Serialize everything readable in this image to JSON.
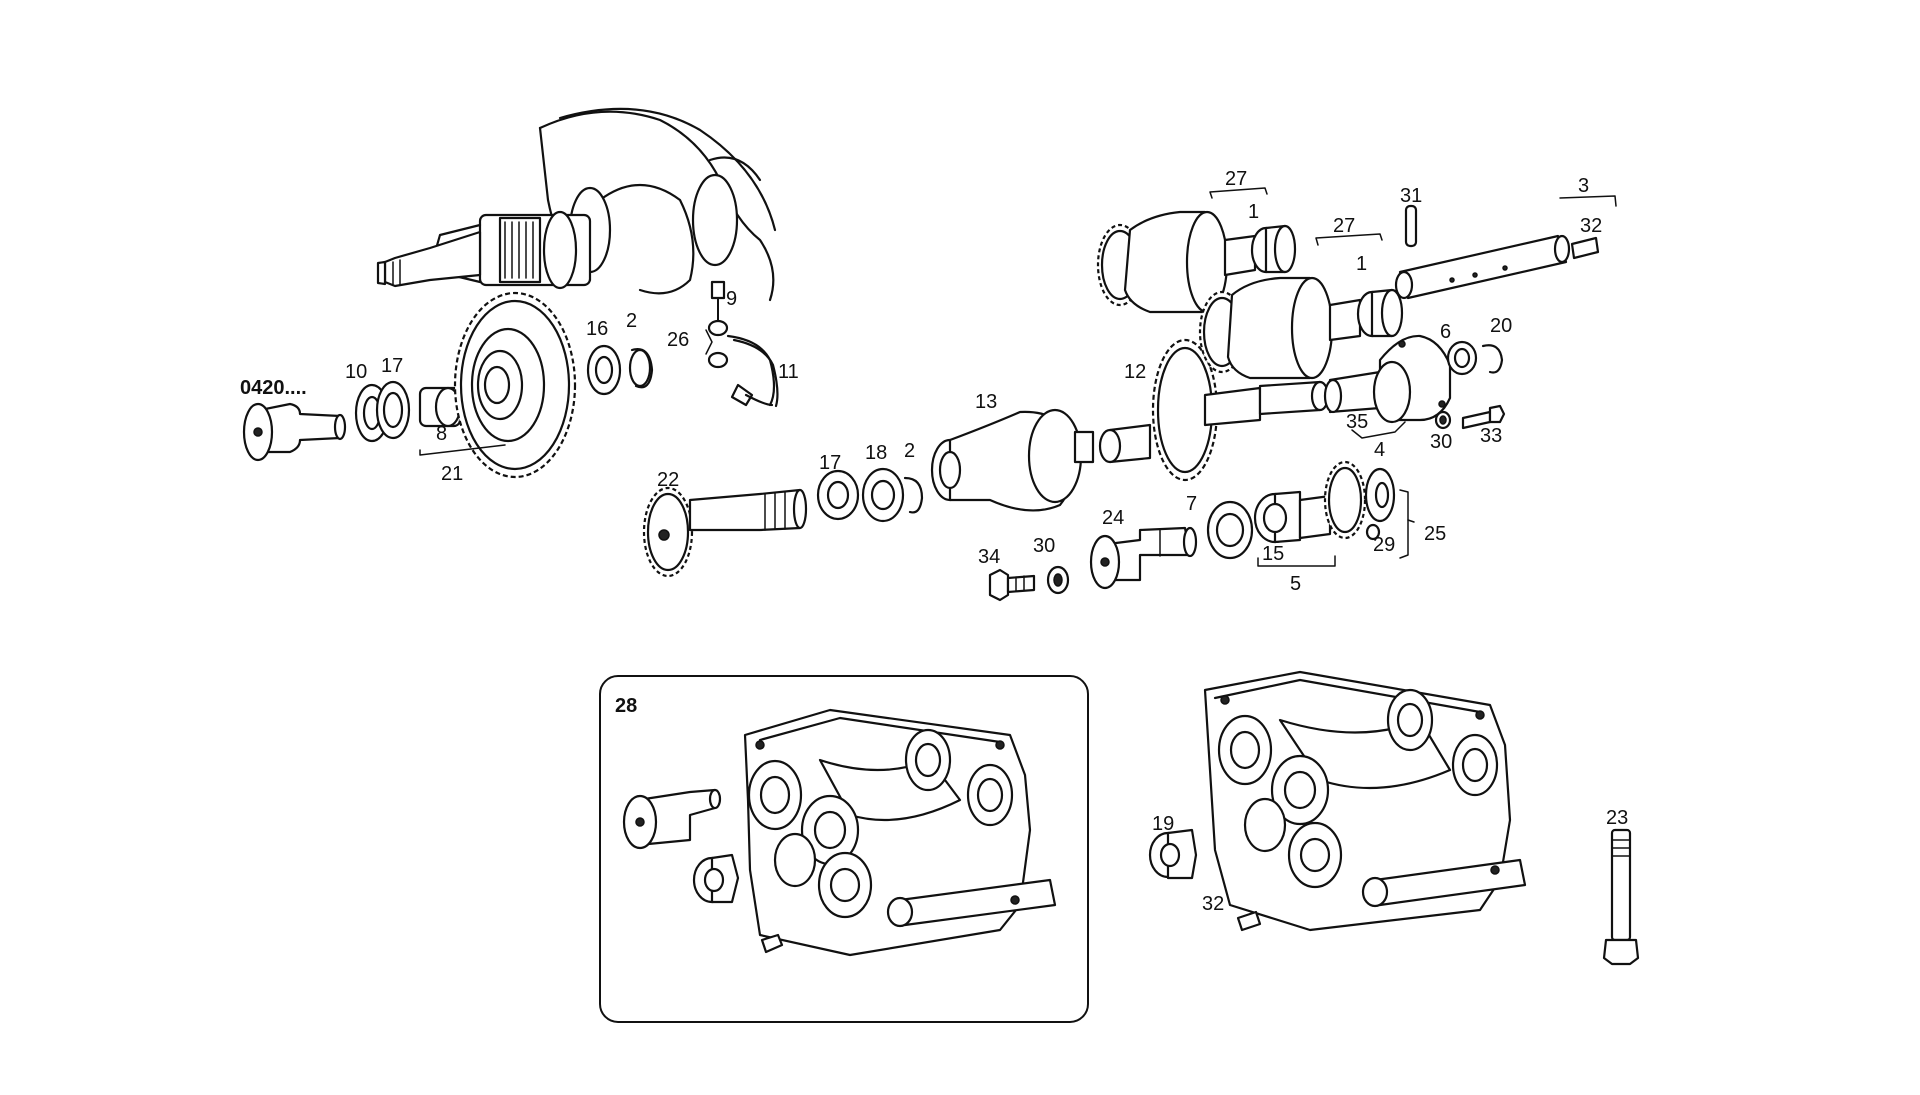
{
  "diagram": {
    "labels": [
      {
        "id": "l-0420",
        "text": "0420...."
      },
      {
        "id": "l-10",
        "text": "10"
      },
      {
        "id": "l-17a",
        "text": "17"
      },
      {
        "id": "l-8",
        "text": "8"
      },
      {
        "id": "l-21",
        "text": "21"
      },
      {
        "id": "l-16",
        "text": "16"
      },
      {
        "id": "l-2a",
        "text": "2"
      },
      {
        "id": "l-9",
        "text": "9"
      },
      {
        "id": "l-26",
        "text": "26"
      },
      {
        "id": "l-11",
        "text": "11"
      },
      {
        "id": "l-22",
        "text": "22"
      },
      {
        "id": "l-17b",
        "text": "17"
      },
      {
        "id": "l-18",
        "text": "18"
      },
      {
        "id": "l-2b",
        "text": "2"
      },
      {
        "id": "l-13",
        "text": "13"
      },
      {
        "id": "l-34",
        "text": "34"
      },
      {
        "id": "l-30a",
        "text": "30"
      },
      {
        "id": "l-24",
        "text": "24"
      },
      {
        "id": "l-7",
        "text": "7"
      },
      {
        "id": "l-15",
        "text": "15"
      },
      {
        "id": "l-5",
        "text": "5"
      },
      {
        "id": "l-29",
        "text": "29"
      },
      {
        "id": "l-25",
        "text": "25"
      },
      {
        "id": "l-12",
        "text": "12"
      },
      {
        "id": "l-35",
        "text": "35"
      },
      {
        "id": "l-4",
        "text": "4"
      },
      {
        "id": "l-30b",
        "text": "30"
      },
      {
        "id": "l-33",
        "text": "33"
      },
      {
        "id": "l-6",
        "text": "6"
      },
      {
        "id": "l-20",
        "text": "20"
      },
      {
        "id": "l-27a",
        "text": "27"
      },
      {
        "id": "l-1a",
        "text": "1"
      },
      {
        "id": "l-27b",
        "text": "27"
      },
      {
        "id": "l-1b",
        "text": "1"
      },
      {
        "id": "l-31",
        "text": "31"
      },
      {
        "id": "l-3",
        "text": "3"
      },
      {
        "id": "l-32a",
        "text": "32"
      },
      {
        "id": "l-28",
        "text": "28"
      },
      {
        "id": "l-19",
        "text": "19"
      },
      {
        "id": "l-32b",
        "text": "32"
      },
      {
        "id": "l-23",
        "text": "23"
      }
    ]
  }
}
